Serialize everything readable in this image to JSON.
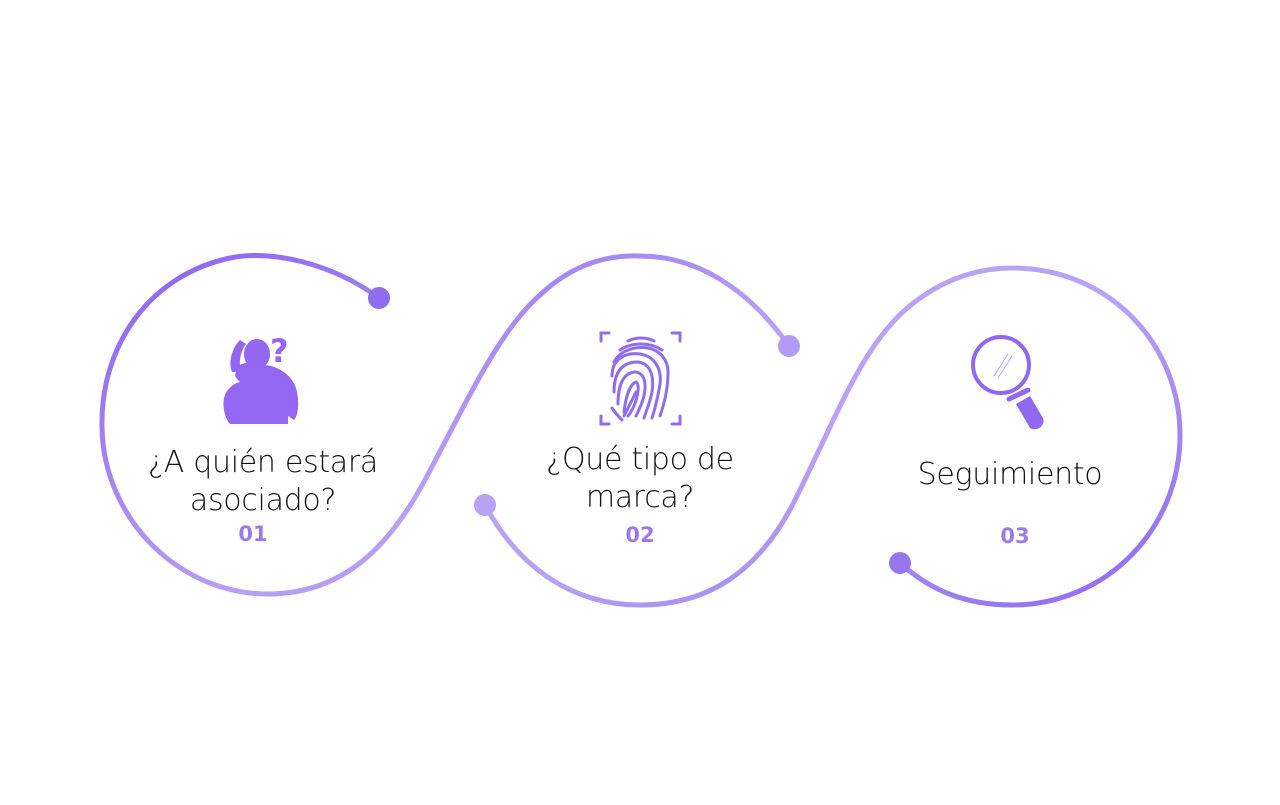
{
  "colors": {
    "accent": "#8f6cf0",
    "accent_light": "#b39bf5",
    "text": "#111111",
    "number": "#9b7ae8"
  },
  "steps": [
    {
      "title": "¿A quién estará asociado?",
      "title_line1": "¿A quién estará",
      "title_line2": "asociado?",
      "number": "01",
      "icon": "thinking-person-icon"
    },
    {
      "title": "¿Qué tipo de marca?",
      "title_line1": "¿Qué tipo de",
      "title_line2": "marca?",
      "number": "02",
      "icon": "fingerprint-icon"
    },
    {
      "title": "Seguimiento",
      "title_line1": "Seguimiento",
      "number": "03",
      "icon": "magnifying-glass-icon"
    }
  ]
}
